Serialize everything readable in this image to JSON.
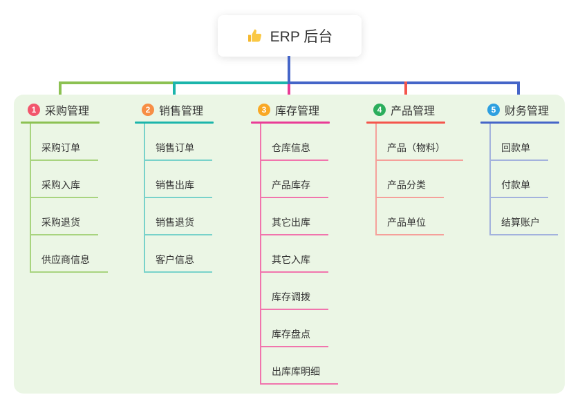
{
  "root": {
    "label": "ERP 后台",
    "icon": "thumbs-up-icon",
    "line_color": "#4565c8"
  },
  "canvas": {
    "background": "#ffffff",
    "panel_background": "#ebf6e5",
    "text_color": "#333333"
  },
  "branches": [
    {
      "number": "1",
      "label": "采购管理",
      "badge_color": "#f2566c",
      "line_color": "#8cc152",
      "child_line_color": "#a8d47f",
      "children": [
        "采购订单",
        "采购入库",
        "采购退货",
        "供应商信息"
      ]
    },
    {
      "number": "2",
      "label": "销售管理",
      "badge_color": "#f78e45",
      "line_color": "#1cb5ab",
      "child_line_color": "#78d2ca",
      "children": [
        "销售订单",
        "销售出库",
        "销售退货",
        "客户信息"
      ]
    },
    {
      "number": "3",
      "label": "库存管理",
      "badge_color": "#f9a825",
      "line_color": "#e93c96",
      "child_line_color": "#f175ad",
      "children": [
        "仓库信息",
        "产品库存",
        "其它出库",
        "其它入库",
        "库存调拨",
        "库存盘点",
        "出库库明细"
      ]
    },
    {
      "number": "4",
      "label": "产品管理",
      "badge_color": "#2bae5c",
      "line_color": "#f4554c",
      "child_line_color": "#f5a09a",
      "children": [
        "产品（物料）",
        "产品分类",
        "产品单位"
      ]
    },
    {
      "number": "5",
      "label": "财务管理",
      "badge_color": "#2d9fe0",
      "line_color": "#4565c8",
      "child_line_color": "#a3b2dd",
      "children": [
        "回款单",
        "付款单",
        "结算账户"
      ]
    }
  ]
}
